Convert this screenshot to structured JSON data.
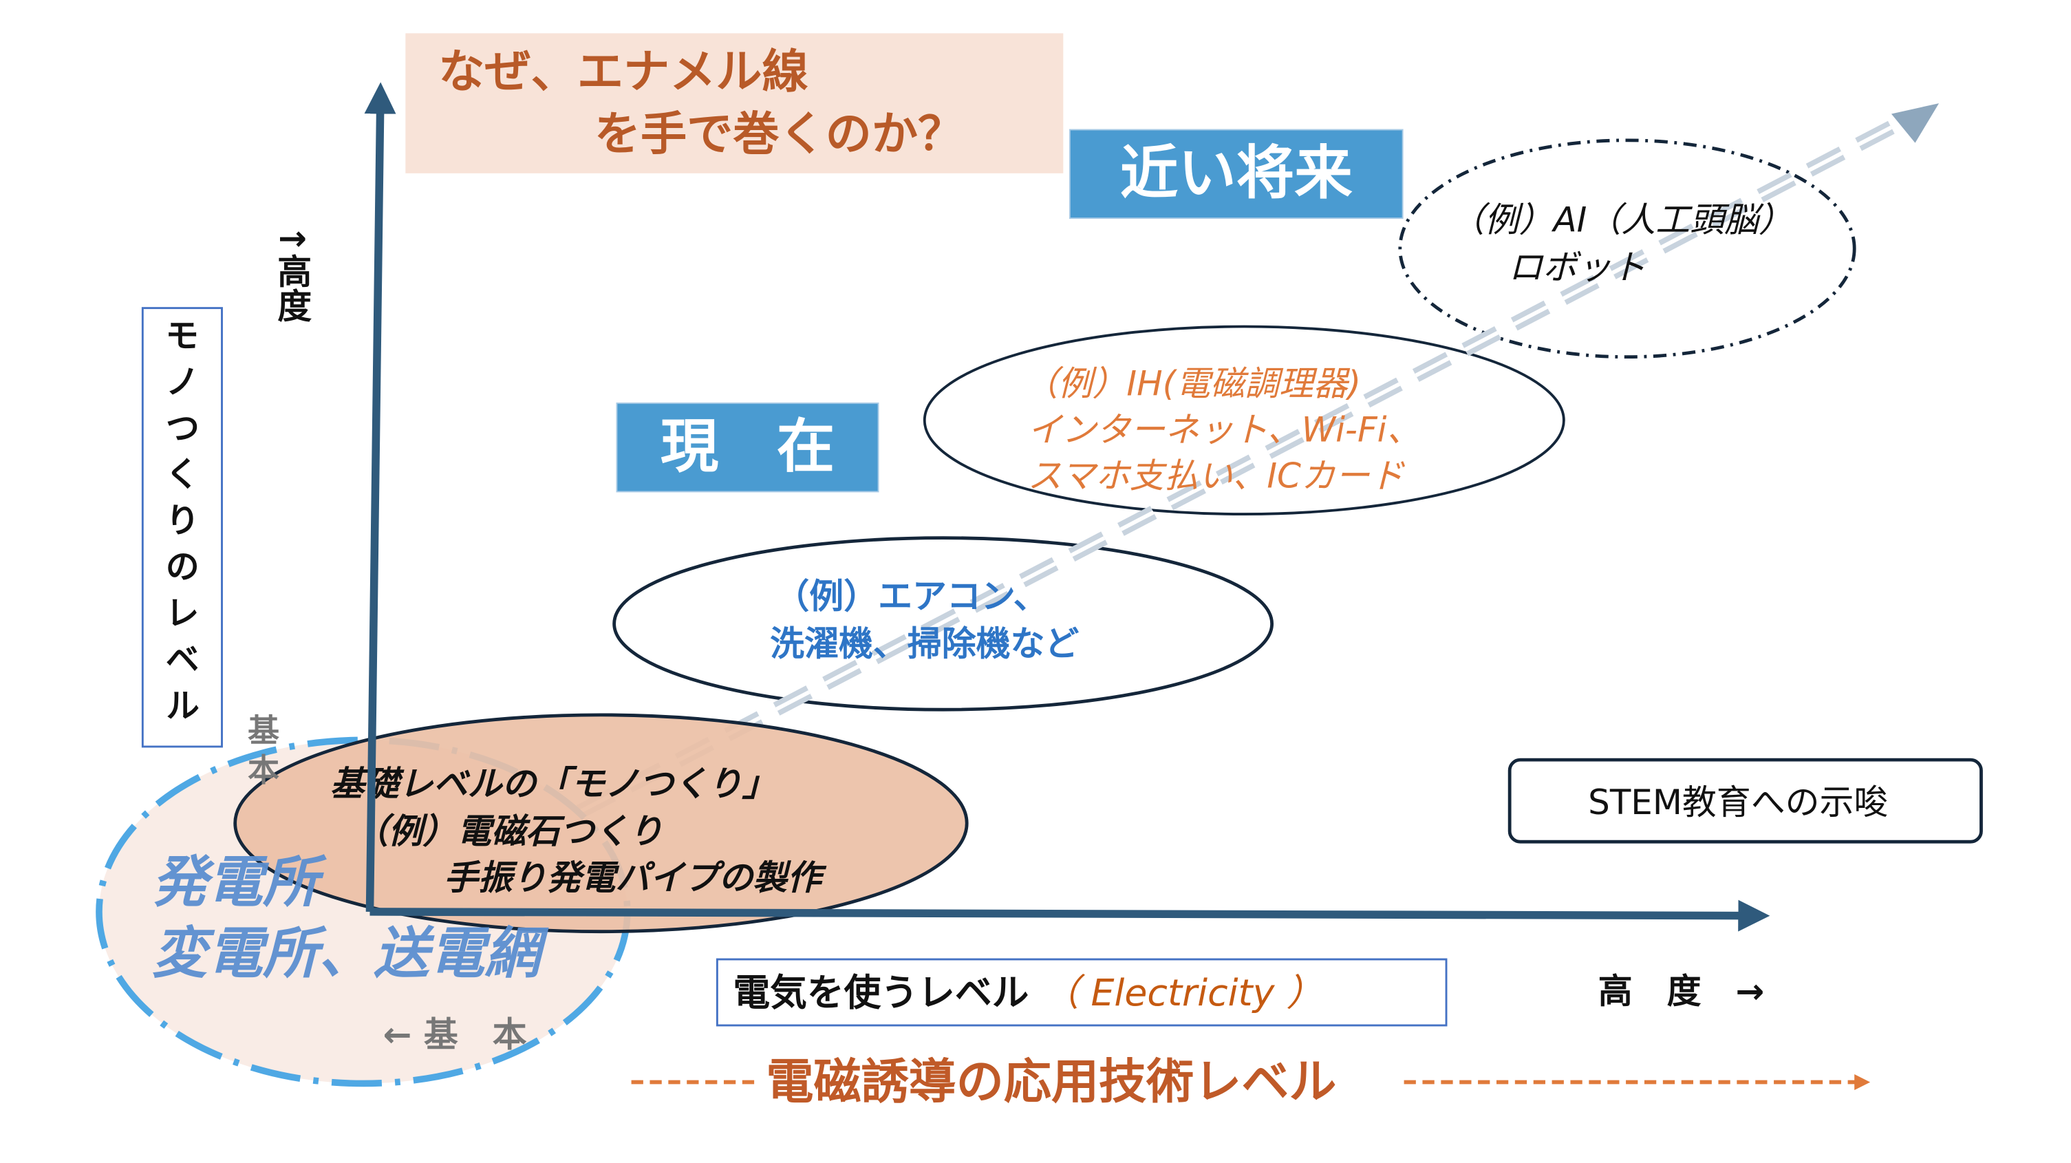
{
  "title_box": {
    "line1": "なぜ、エナメル線",
    "line2": "を手で巻くのか？"
  },
  "near_future_label": "近い将来",
  "present_label": "現　在",
  "y_axis": {
    "high_label": "↑高度",
    "level_label": "モノつくりのレベル",
    "basic_label": "基本"
  },
  "x_axis": {
    "level_label": "電気を使うレベル",
    "electricity_label": "（ Electricity ）",
    "high_label": "高　度　→",
    "basic_label": "← 基　本"
  },
  "basic_ellipse": {
    "line1": "基礎レベルの「モノつくり」",
    "line2": "（例）電磁石つくり",
    "line3": "手振り発電パイプの製作"
  },
  "power_ellipse": {
    "line1": "発電所",
    "line2": "変電所、送電網"
  },
  "present_ellipse": {
    "line1": "（例）エアコン、",
    "line2": "洗濯機、掃除機など"
  },
  "ih_ellipse": {
    "line1": "（例）IH(電磁調理器)",
    "line2": "インターネット、Wi-Fi、",
    "line3": "スマホ支払い、ICカード"
  },
  "future_ellipse": {
    "line1": "（例）AI（人工頭脳）",
    "line2": "ロボット"
  },
  "stem_button": "STEM教育への示唆",
  "bottom_label": "電磁誘導の応用技術レベル",
  "colors": {
    "axis": "#2f5a7c",
    "accent_blue": "#4a9bd1",
    "orange": "#c05a28",
    "peach": "#ebbfa4"
  }
}
